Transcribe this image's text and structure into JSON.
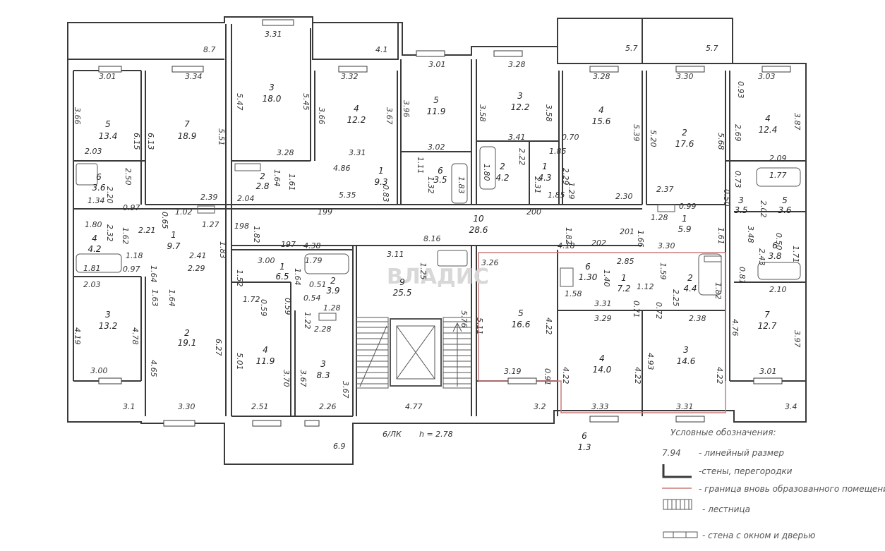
{
  "rooms": [
    {
      "id": "a1-5",
      "n": "5",
      "area": "13.4"
    },
    {
      "id": "a1-7",
      "n": "7",
      "area": "18.9"
    },
    {
      "id": "a1-6",
      "n": "6",
      "area": "3.6"
    },
    {
      "id": "a1-4",
      "n": "4",
      "area": "4.2"
    },
    {
      "id": "a1-1",
      "n": "1",
      "area": "9.7"
    },
    {
      "id": "a1-3",
      "n": "3",
      "area": "13.2"
    },
    {
      "id": "a1-2",
      "n": "2",
      "area": "19.1"
    },
    {
      "id": "b-3",
      "n": "3",
      "area": "18.0"
    },
    {
      "id": "b-4",
      "n": "4",
      "area": "12.2"
    },
    {
      "id": "b-2",
      "n": "2",
      "area": "2.8"
    },
    {
      "id": "b-1",
      "n": "1",
      "area": "9.3"
    },
    {
      "id": "c-5",
      "n": "5",
      "area": "11.9"
    },
    {
      "id": "c-6",
      "n": "6",
      "area": "3.5"
    },
    {
      "id": "d-3",
      "n": "3",
      "area": "12.2"
    },
    {
      "id": "d-2",
      "n": "2",
      "area": "4.2"
    },
    {
      "id": "d-1",
      "n": "1",
      "area": "4.3"
    },
    {
      "id": "d-4",
      "n": "4",
      "area": "15.6"
    },
    {
      "id": "e-2",
      "n": "2",
      "area": "17.6"
    },
    {
      "id": "e-1",
      "n": "1",
      "area": "5.9"
    },
    {
      "id": "f-4",
      "n": "4",
      "area": "12.4"
    },
    {
      "id": "f-3",
      "n": "3",
      "area": "3.5"
    },
    {
      "id": "f-5",
      "n": "5",
      "area": "3.6"
    },
    {
      "id": "f-6",
      "n": "6",
      "area": "3.8"
    },
    {
      "id": "f-7",
      "n": "7",
      "area": "12.7"
    },
    {
      "id": "corr",
      "n": "10",
      "area": "28.6"
    },
    {
      "id": "hall",
      "n": "9",
      "area": "25.5"
    },
    {
      "id": "g-1",
      "n": "1",
      "area": "6.5"
    },
    {
      "id": "g-2",
      "n": "2",
      "area": "3.9"
    },
    {
      "id": "g-4",
      "n": "4",
      "area": "11.9"
    },
    {
      "id": "g-3",
      "n": "3",
      "area": "8.3"
    },
    {
      "id": "h-5",
      "n": "5",
      "area": "16.6"
    },
    {
      "id": "h-6",
      "n": "6",
      "area": "1.30"
    },
    {
      "id": "h-1",
      "n": "1",
      "area": "7.2"
    },
    {
      "id": "h-2",
      "n": "2",
      "area": "4.4"
    },
    {
      "id": "h-4",
      "n": "4",
      "area": "14.0"
    },
    {
      "id": "h-3",
      "n": "3",
      "area": "14.6"
    },
    {
      "id": "h-bal",
      "n": "6",
      "area": "1.3"
    }
  ],
  "dims": [
    "3.31",
    "8.7",
    "4.1",
    "5.7",
    "5.7",
    "3.01",
    "3.34",
    "3.32",
    "3.01",
    "3.28",
    "3.28",
    "3.30",
    "3.03",
    "0.93",
    "5.47",
    "5.45",
    "3.66",
    "3.67",
    "3.96",
    "3.58",
    "3.58",
    "5.39",
    "5.20",
    "5.68",
    "2.69",
    "3.87",
    "3.66",
    "6.15",
    "6.13",
    "5.51",
    "3.28",
    "3.31",
    "3.02",
    "3.41",
    "0.70",
    "1.85",
    "2.22",
    "2.31",
    "2.29",
    "1.29",
    "2.09",
    "0.73",
    "1.77",
    "2.03",
    "2.50",
    "1.64",
    "1.61",
    "4.86",
    "1.11",
    "1.80",
    "2.20",
    "1.34",
    "2.04",
    "2.39",
    "0.97",
    "0.65",
    "1.02",
    "5.35",
    "0.83",
    "1.32",
    "1.83",
    "1.85",
    "2.30",
    "2.37",
    "0.99",
    "0.50",
    "2.02",
    "199",
    "200",
    "198",
    "1.82",
    "1.80",
    "2.32",
    "1.62",
    "2.21",
    "1.27",
    "1.28",
    "1.66",
    "1.61",
    "3.48",
    "0.50",
    "4.18",
    "1.82",
    "201",
    "3.30",
    "1.18",
    "0.97",
    "1.64",
    "1.83",
    "197",
    "4.38",
    "8.16",
    "202",
    "2.43",
    "1.71",
    "1.81",
    "2.41",
    "3.00",
    "1.64",
    "3.11",
    "1.25",
    "3.26",
    "1.40",
    "2.85",
    "1.59",
    "0.81",
    "1.52",
    "1.79",
    "0.51",
    "1.58",
    "1.12",
    "2.25",
    "1.82",
    "2.03",
    "1.63",
    "1.64",
    "2.29",
    "1.72",
    "0.59",
    "0.59",
    "0.54",
    "1.28",
    "5.11",
    "4.22",
    "3.31",
    "0.71",
    "0.72",
    "2.10",
    "4.19",
    "4.78",
    "1.22",
    "2.28",
    "5.76",
    "3.29",
    "2.38",
    "4.76",
    "3.97",
    "6.27",
    "5.01",
    "3.70",
    "3.67",
    "4.22",
    "4.22",
    "4.93",
    "4.22",
    "4.65",
    "3.00",
    "3.19",
    "0.91",
    "3.01",
    "3.1",
    "3.30",
    "2.51",
    "2.26",
    "4.77",
    "3.2",
    "3.33",
    "3.31",
    "3.4",
    "6.9",
    "3.67"
  ],
  "floor_label": "6/ЛК",
  "height_label": "h = 2.78",
  "watermark": "ВЛАДИС",
  "legend": {
    "title": "Условные обозначения:",
    "items": [
      {
        "sym": "7.94",
        "text": "- линейный размер"
      },
      {
        "text": "-стены, перегородки"
      },
      {
        "text": "- граница вновь образованного помещения"
      },
      {
        "text": "- лестница"
      },
      {
        "text": "- стена с окном и дверью"
      }
    ]
  },
  "colors": {
    "wall": "#3a3a3a",
    "new_boundary": "#c97a7a",
    "text": "#333333"
  }
}
